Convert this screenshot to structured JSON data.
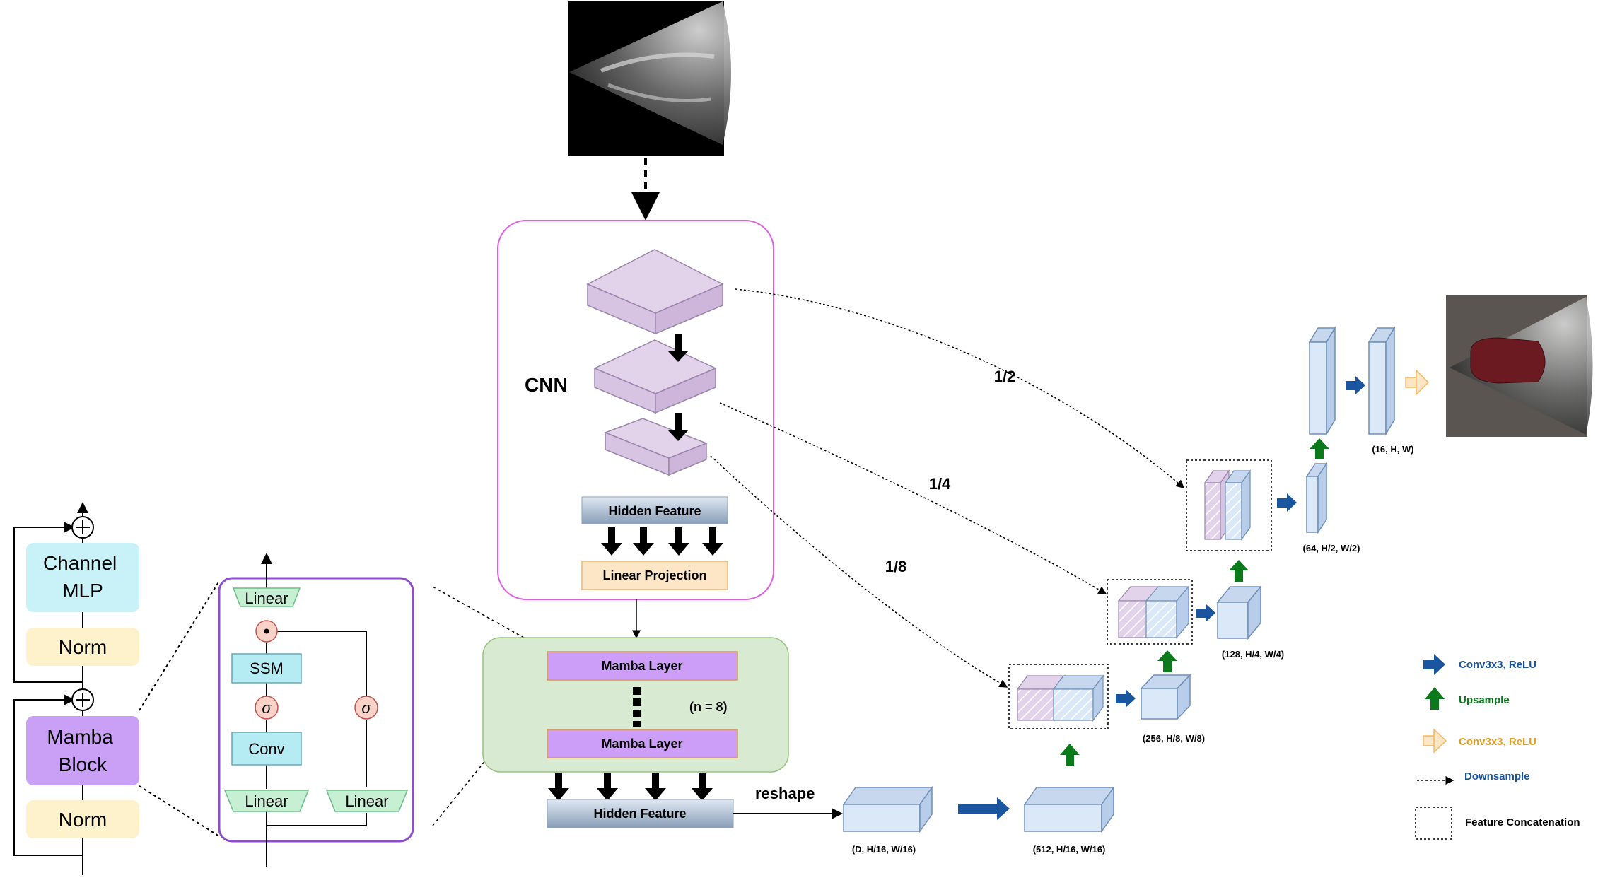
{
  "block_stack": {
    "channel_mlp": "Channel\nMLP",
    "norm_top": "Norm",
    "mamba_block": "Mamba\nBlock",
    "norm_bottom": "Norm"
  },
  "mamba_detail": {
    "linear_top": "Linear",
    "ssm": "SSM",
    "sigma_left": "σ",
    "sigma_right": "σ",
    "conv": "Conv",
    "linear_bottom_left": "Linear",
    "linear_bottom_right": "Linear"
  },
  "encoder": {
    "cnn_label": "CNN",
    "hidden_feature_top": "Hidden Feature",
    "linear_projection": "Linear Projection",
    "mamba_layer_1": "Mamba Layer",
    "mamba_layer_2": "Mamba Layer",
    "mamba_count": "(n = 8)",
    "hidden_feature_bottom": "Hidden Feature",
    "reshape": "reshape"
  },
  "skip_labels": {
    "half": "1/2",
    "quarter": "1/4",
    "eighth": "1/8"
  },
  "dims": {
    "d16": "(D, H/16, W/16)",
    "c512": "(512, H/16, W/16)",
    "c256": "(256, H/8, W/8)",
    "c128": "(128, H/4, W/4)",
    "c64": "(64, H/2, W/2)",
    "c16": "(16, H, W)"
  },
  "legend": {
    "conv_relu_blue": "Conv3x3, ReLU",
    "upsample": "Upsample",
    "conv_relu_orange": "Conv3x3, ReLU",
    "downsample": "Downsample",
    "concat": "Feature Concatenation"
  },
  "colors": {
    "purple_block": "#c9a0f5",
    "cyan_block": "#c9f2f8",
    "norm_yellow": "#fdf2cc",
    "pink_frame": "#e05ee0",
    "green_panel": "#d9ead3",
    "blue_arrow": "#1a56a0",
    "green_arrow": "#0a7a1a",
    "orange_arrow": "#f5c88a"
  }
}
